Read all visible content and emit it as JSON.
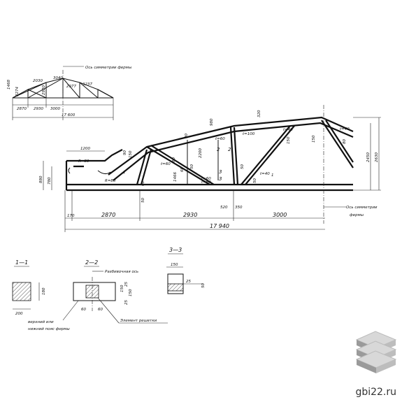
{
  "scheme": {
    "axis_label": "Ось симметрии фермы",
    "heights": [
      "1468",
      "3274",
      "2030",
      "3040",
      "2920",
      "2977",
      "3237"
    ],
    "spans": [
      "2870",
      "2930",
      "3000"
    ],
    "total": "17 600"
  },
  "truss": {
    "dims_bottom": [
      "170",
      "2870",
      "2930",
      "3000"
    ],
    "total": "17 940",
    "dims_mid": [
      "520",
      "350"
    ],
    "height_left": "880",
    "height_left_inner": "780",
    "left_width": "1200",
    "radius_top": "R=80",
    "radius_bottom": "R=80",
    "heights_right": [
      "2450",
      "2630"
    ],
    "top_dims": [
      "980",
      "320"
    ],
    "t_marks": [
      "t=60",
      "t=100",
      "t=60",
      "t=40",
      "t=60",
      "t=60",
      "t=40",
      "t=40"
    ],
    "sec_marks": [
      "1",
      "1",
      "2",
      "2",
      "3",
      "3"
    ],
    "misc_dims": [
      "90",
      "150",
      "90",
      "50",
      "60",
      "80",
      "2200",
      "1466",
      "50",
      "60",
      "50",
      "50",
      "150",
      "150",
      "80"
    ],
    "axis_label_1": "Ось симметрии",
    "axis_label_2": "фермы"
  },
  "sections": {
    "s11": {
      "title": "1—1",
      "w": "200",
      "h": "180"
    },
    "s22": {
      "title": "2—2",
      "axis": "Разбивочная ось",
      "dims": [
        "150",
        "25",
        "150",
        "25",
        "60",
        "60"
      ],
      "note1": "верхний или",
      "note2": "нижний пояс фермы",
      "note3": "Элемент решетки"
    },
    "s33": {
      "title": "3—3",
      "dims": [
        "150",
        "25",
        "50"
      ]
    }
  },
  "site": "gbi22.ru"
}
